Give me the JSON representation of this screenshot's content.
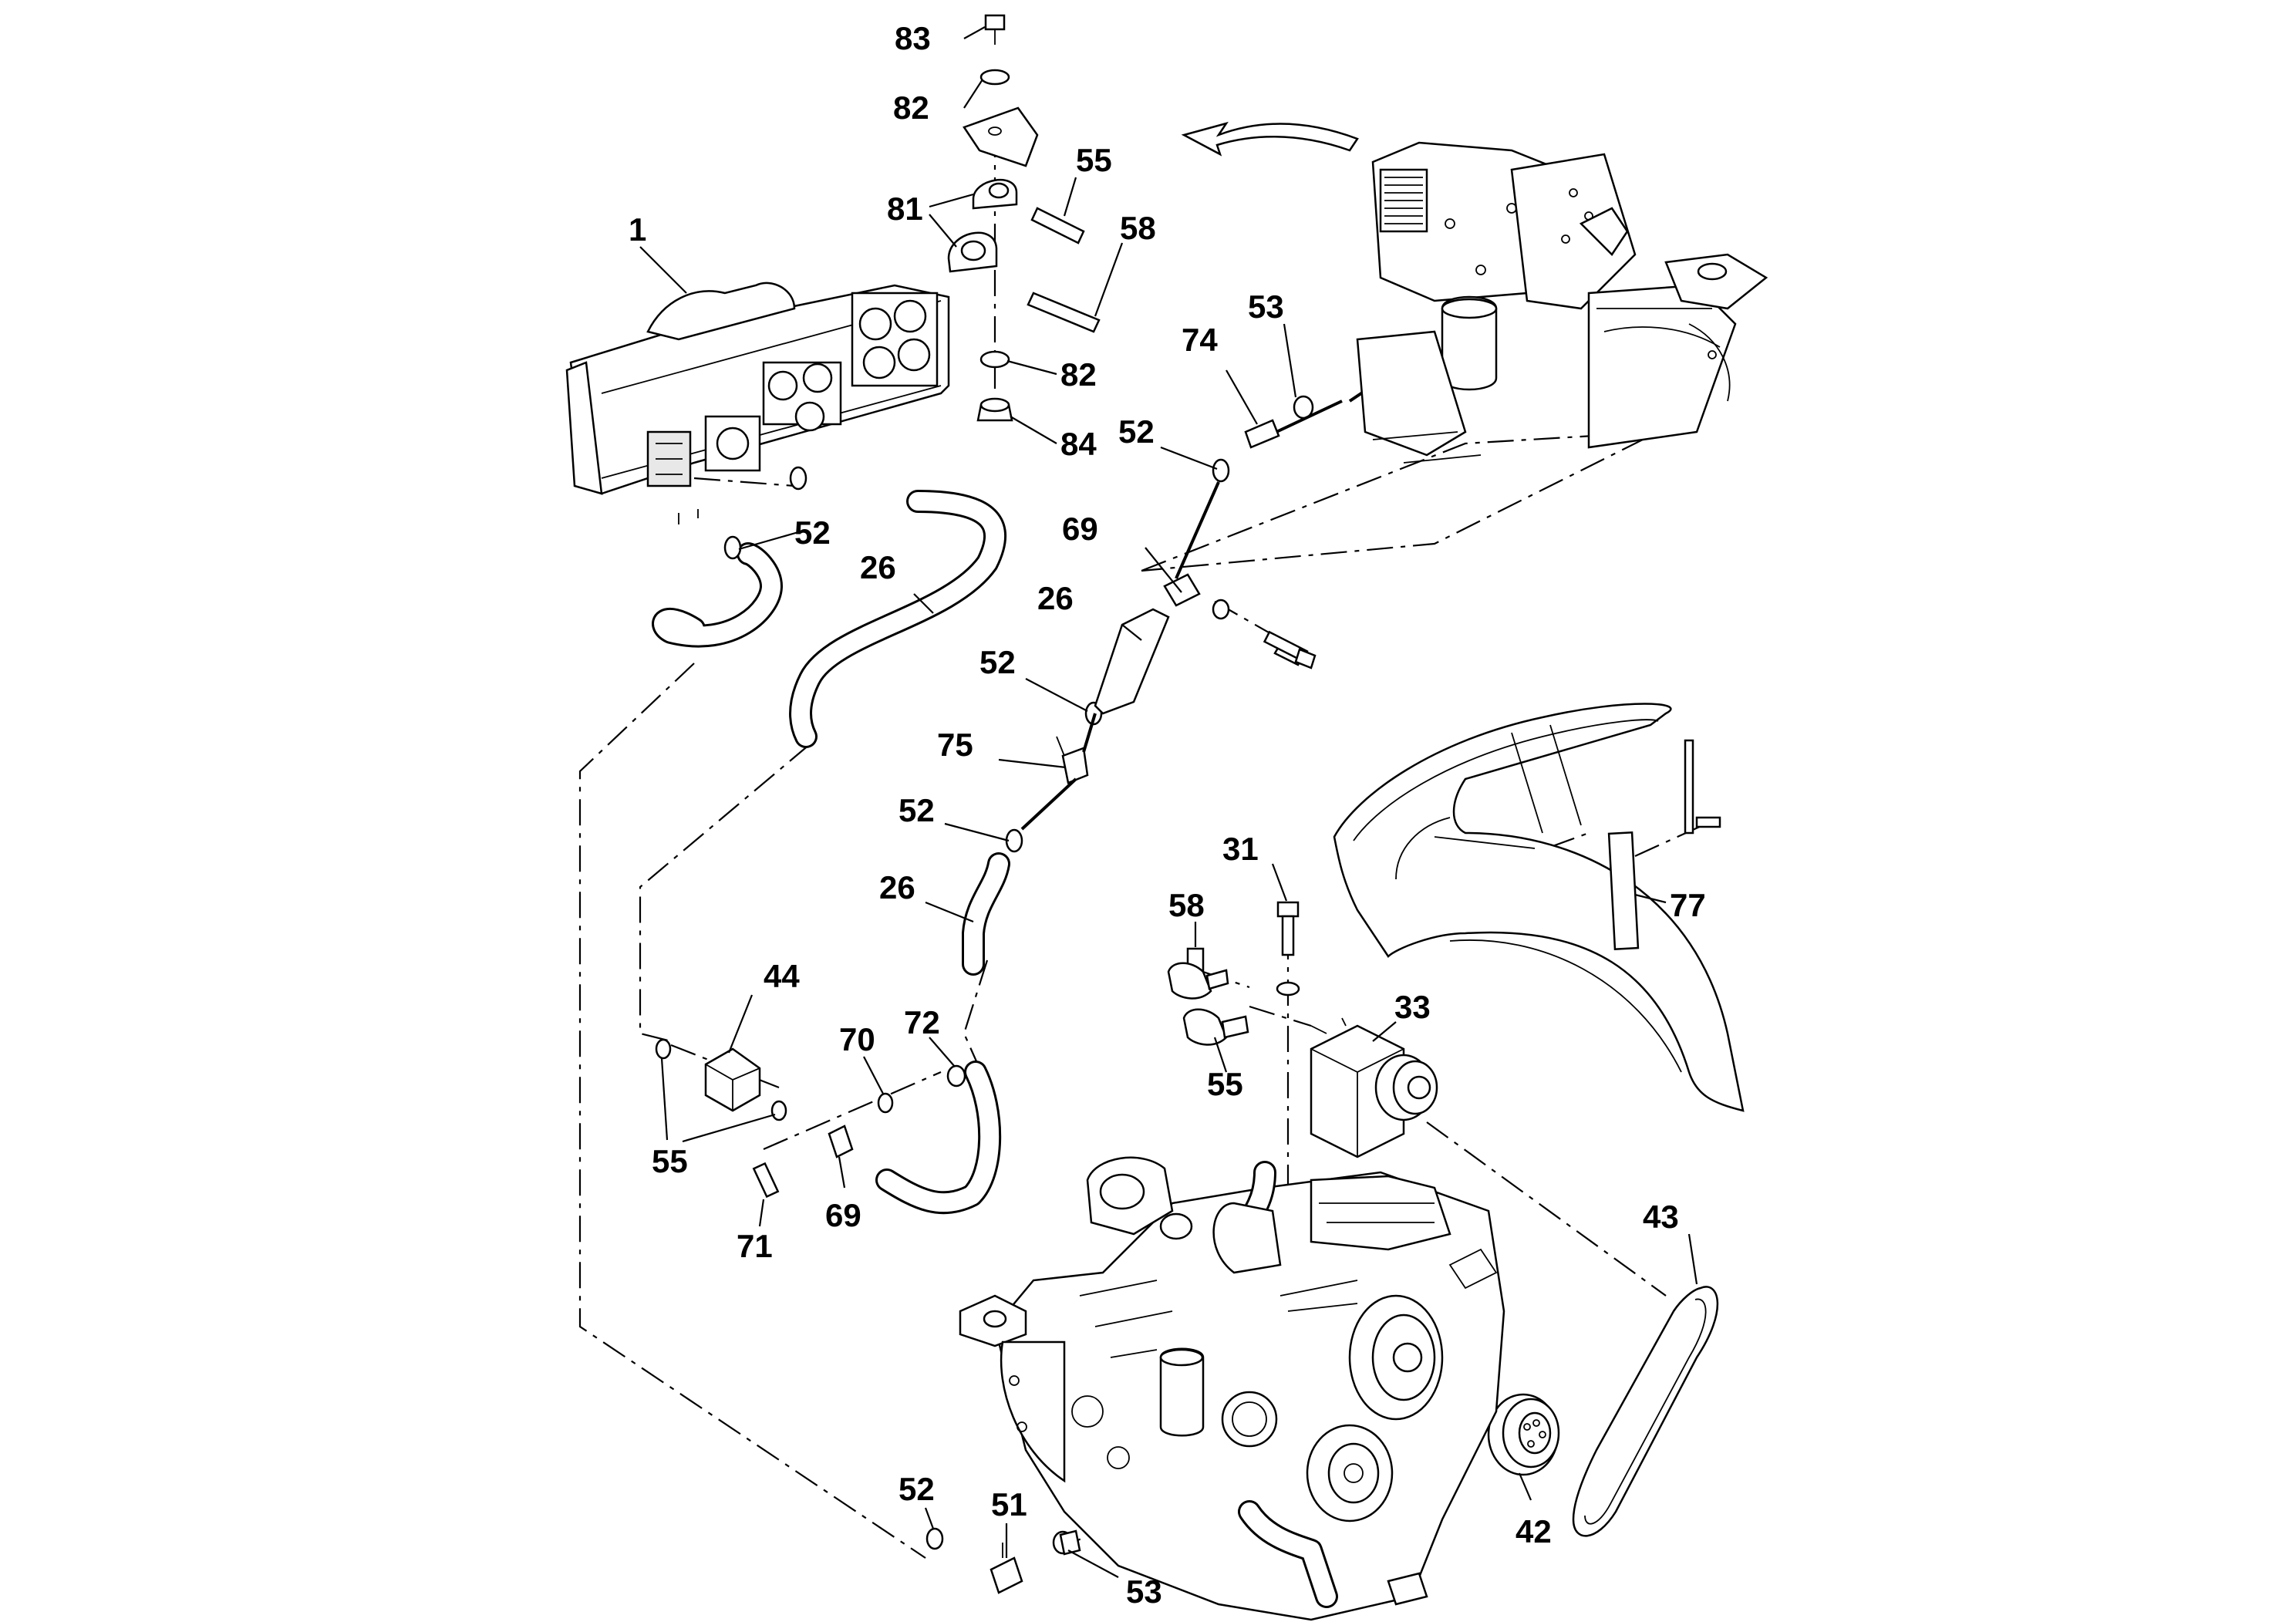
{
  "diagram": {
    "callouts": [
      {
        "id": "c83",
        "text": "83"
      },
      {
        "id": "c82a",
        "text": "82"
      },
      {
        "id": "c55a",
        "text": "55"
      },
      {
        "id": "c81",
        "text": "81"
      },
      {
        "id": "c58a",
        "text": "58"
      },
      {
        "id": "c82b",
        "text": "82"
      },
      {
        "id": "c84",
        "text": "84"
      },
      {
        "id": "c1",
        "text": "1"
      },
      {
        "id": "c53a",
        "text": "53"
      },
      {
        "id": "c74",
        "text": "74"
      },
      {
        "id": "c52a",
        "text": "52"
      },
      {
        "id": "c52b",
        "text": "52"
      },
      {
        "id": "c26a",
        "text": "26"
      },
      {
        "id": "c69a",
        "text": "69"
      },
      {
        "id": "c26b",
        "text": "26"
      },
      {
        "id": "c52c",
        "text": "52"
      },
      {
        "id": "c75",
        "text": "75"
      },
      {
        "id": "c52d",
        "text": "52"
      },
      {
        "id": "c26c",
        "text": "26"
      },
      {
        "id": "c31",
        "text": "31"
      },
      {
        "id": "c58b",
        "text": "58"
      },
      {
        "id": "c77",
        "text": "77"
      },
      {
        "id": "c33",
        "text": "33"
      },
      {
        "id": "c55b",
        "text": "55"
      },
      {
        "id": "c44",
        "text": "44"
      },
      {
        "id": "c72",
        "text": "72"
      },
      {
        "id": "c70",
        "text": "70"
      },
      {
        "id": "c55c",
        "text": "55"
      },
      {
        "id": "c69b",
        "text": "69"
      },
      {
        "id": "c71",
        "text": "71"
      },
      {
        "id": "c43",
        "text": "43"
      },
      {
        "id": "c42",
        "text": "42"
      },
      {
        "id": "c52e",
        "text": "52"
      },
      {
        "id": "c51",
        "text": "51"
      },
      {
        "id": "c53b",
        "text": "53"
      }
    ]
  }
}
